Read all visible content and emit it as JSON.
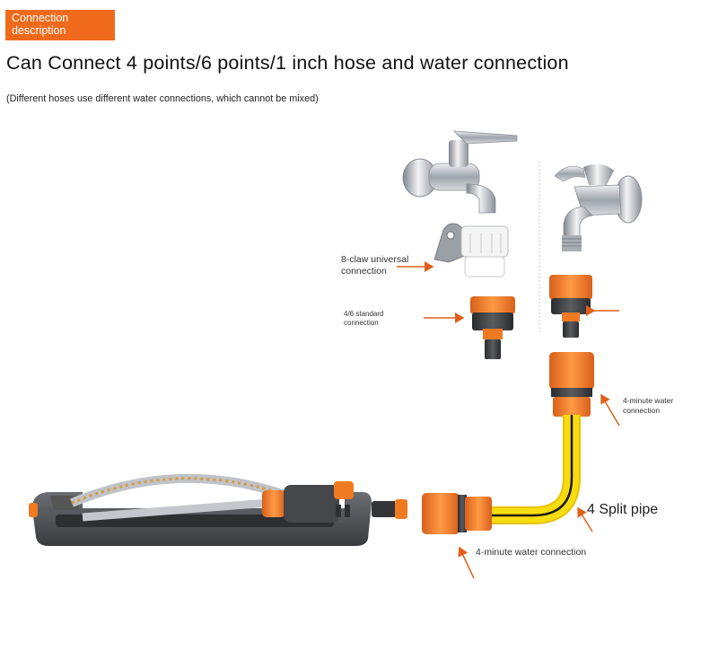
{
  "badge": {
    "line1": "Connection",
    "line2": "description"
  },
  "headline": "Can Connect 4 points/6 points/1 inch hose and water connection",
  "subnote": "(Different hoses use different water connections, which cannot be mixed)",
  "labels": {
    "claw_line1": "8-claw universal",
    "claw_line2": "connection",
    "std_line1": "4/6 standard",
    "std_line2": "connection",
    "minute_line1": "4-minute water",
    "minute_line2": "connection",
    "split_pipe": "4 Split pipe",
    "minute_bottom": "4-minute water connection"
  },
  "colors": {
    "accent": "#f06a1c",
    "orange_part": "#f07a22",
    "dark_part": "#3e3f42",
    "hose_yellow": "#f5d000",
    "chrome": "#b9bec4",
    "arrow": "#e0601a"
  }
}
